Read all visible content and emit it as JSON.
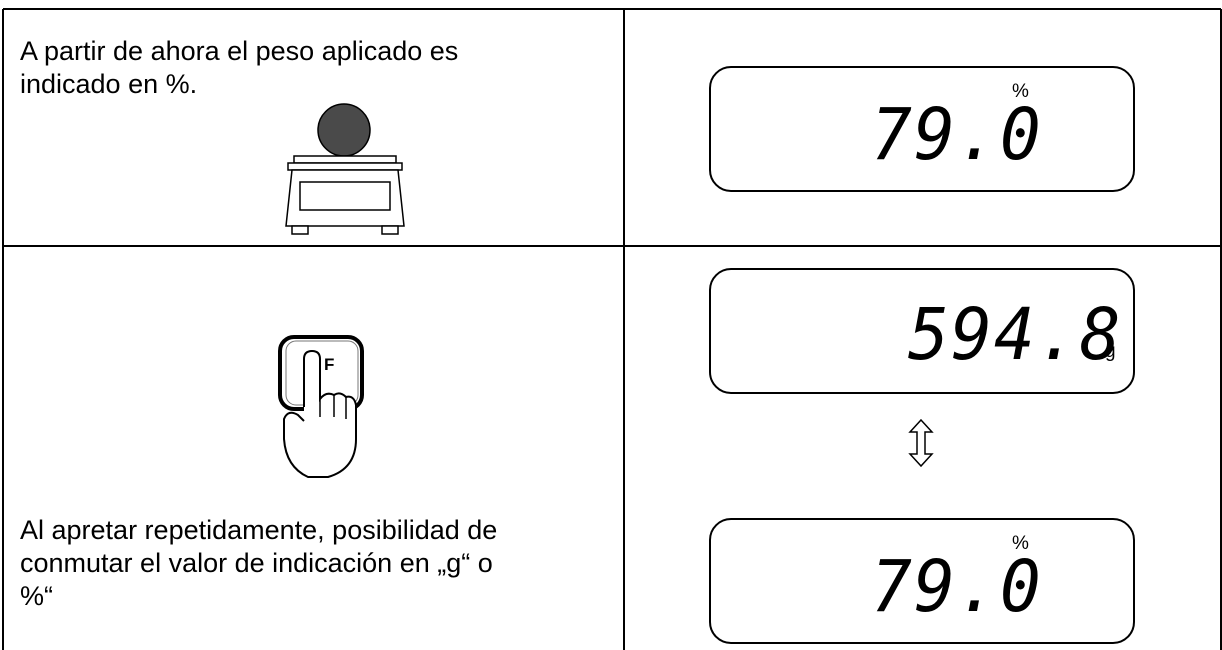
{
  "step1": {
    "description_line1": "A partir de ahora el peso aplicado es",
    "description_line2": "indicado en  %.",
    "display": {
      "value": "79.0",
      "unit": "%"
    }
  },
  "step2": {
    "key_label": "F",
    "description_line1": "Al apretar repetidamente, posibilidad de",
    "description_line2": "conmutar el valor de indicación en „g“ o",
    "description_line3": "%“",
    "display_grams": {
      "value": "594.8",
      "unit": "g"
    },
    "display_percent": {
      "value": "79.0",
      "unit": "%"
    },
    "toggle_icon": "double-arrow-up-down-icon"
  }
}
